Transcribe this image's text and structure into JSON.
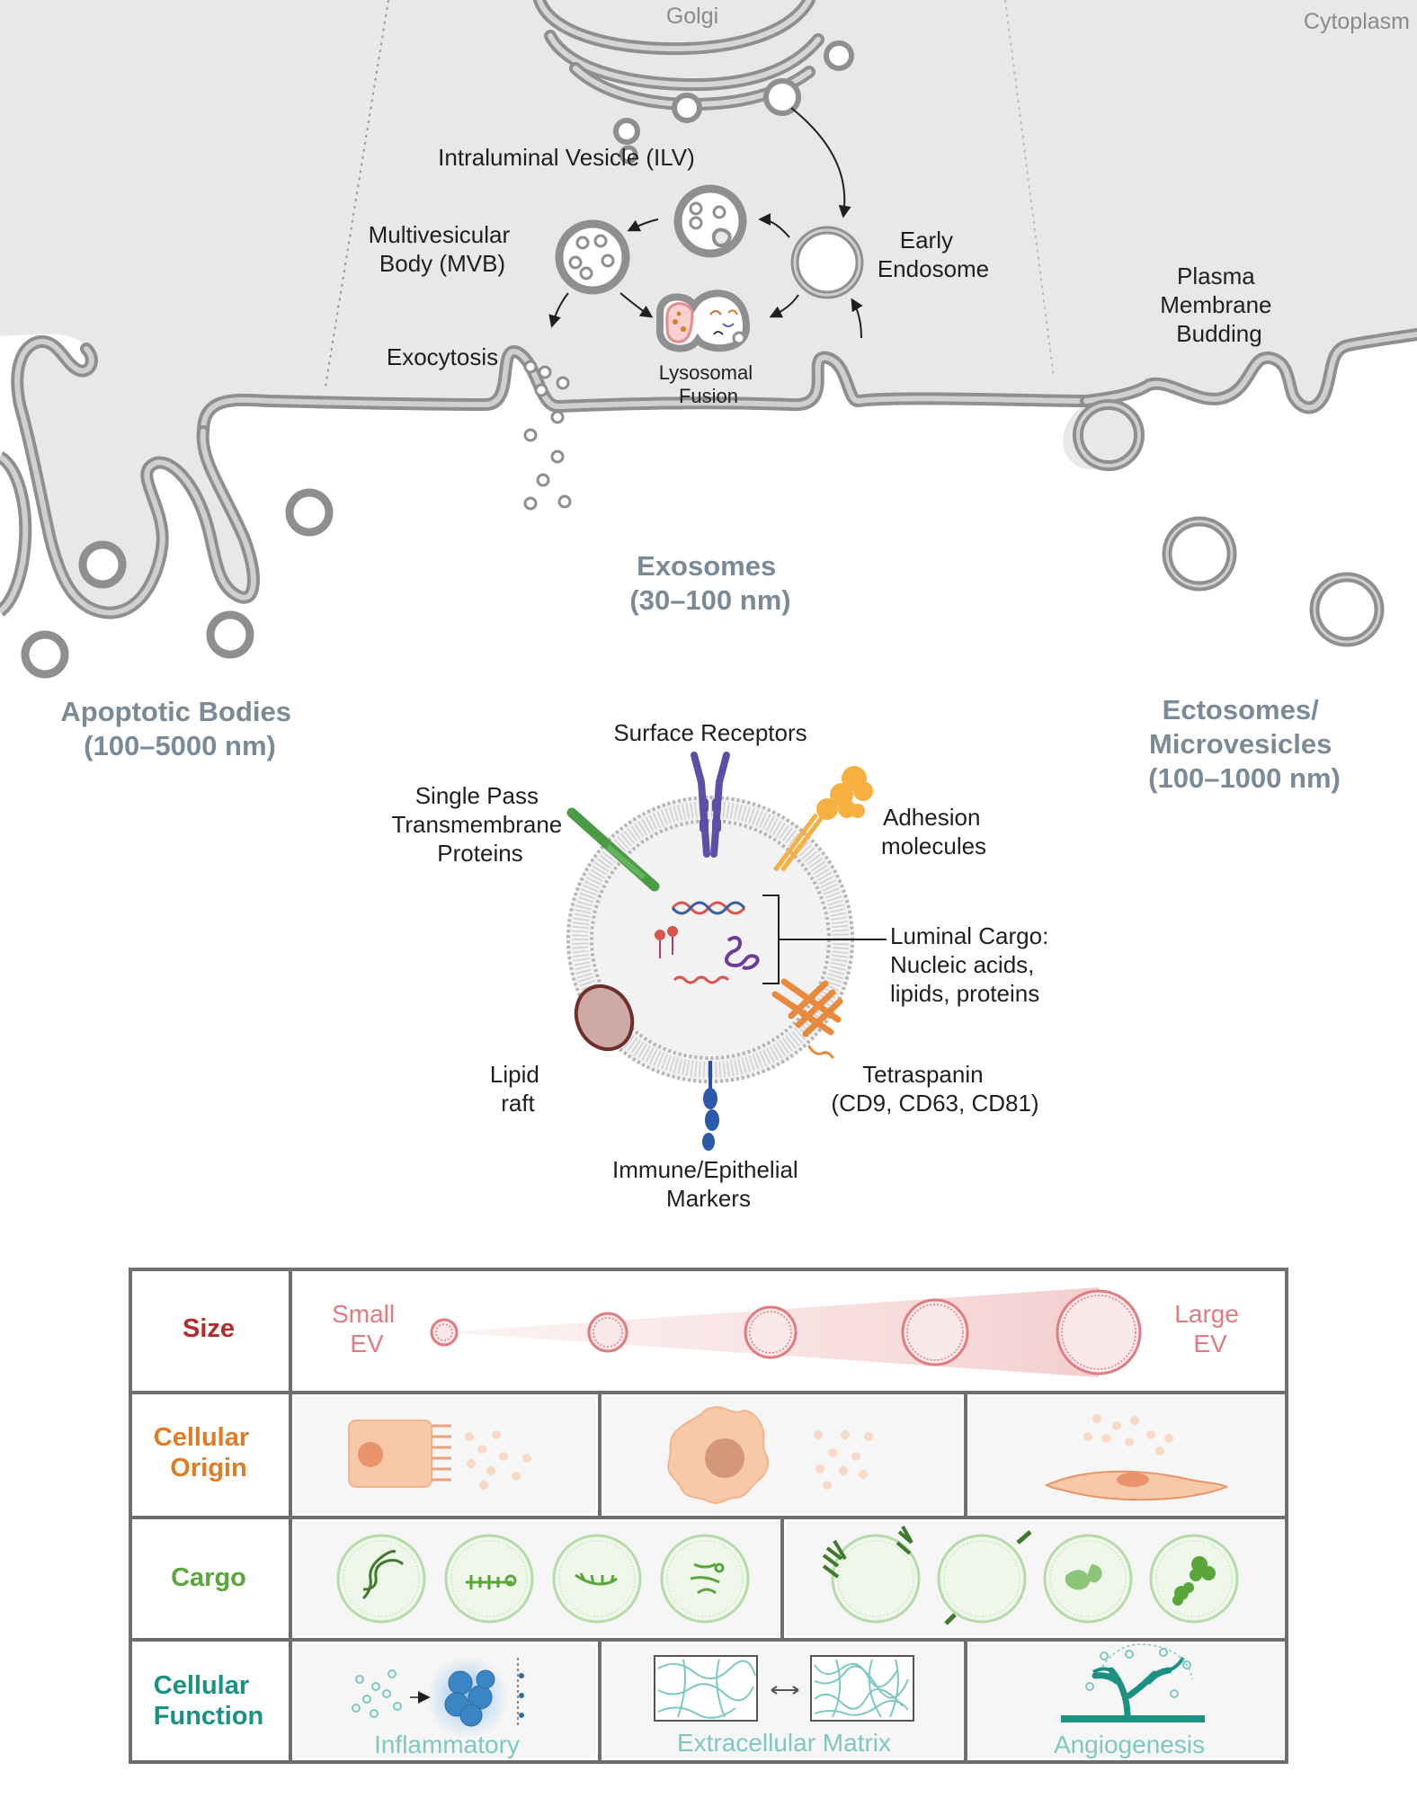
{
  "top_region": {
    "golgi_label": "Golgi",
    "cytoplasm_label": "Cytoplasm",
    "ilv_label": "Intraluminal Vesicle (ILV)",
    "mvb_label": [
      "Multivesicular",
      "Body (MVB)"
    ],
    "early_endosome_label": [
      "Early",
      "Endosome"
    ],
    "plasma_membrane_budding_label": [
      "Plasma",
      "Membrane",
      "Budding"
    ],
    "exocytosis_label": "Exocytosis",
    "lysosomal_fusion_label": [
      "Lysosomal",
      "Fusion"
    ]
  },
  "ev_types": {
    "exosomes": [
      "Exosomes",
      "(30–100 nm)"
    ],
    "apoptotic_bodies": [
      "Apoptotic Bodies",
      "(100–5000 nm)"
    ],
    "ectosomes": [
      "Ectosomes/",
      "Microvesicles",
      "(100–1000 nm)"
    ]
  },
  "ev_structure": {
    "surface_receptors": "Surface Receptors",
    "single_pass": [
      "Single Pass",
      "Transmembrane",
      "Proteins"
    ],
    "adhesion": [
      "Adhesion",
      "molecules"
    ],
    "luminal_cargo": [
      "Luminal Cargo:",
      "Nucleic acids,",
      "lipids, proteins"
    ],
    "lipid_raft": [
      "Lipid",
      "raft"
    ],
    "tetraspanin": [
      "Tetraspanin",
      "(CD9, CD63, CD81)"
    ],
    "immune_markers": [
      "Immune/Epithelial",
      "Markers"
    ]
  },
  "table": {
    "rows": [
      {
        "key": "size",
        "label": [
          "Size"
        ],
        "color": "#b52a2a"
      },
      {
        "key": "origin",
        "label": [
          "Cellular",
          "Origin"
        ],
        "color": "#e07b26"
      },
      {
        "key": "cargo",
        "label": [
          "Cargo"
        ],
        "color": "#5aa63a"
      },
      {
        "key": "function",
        "label": [
          "Cellular",
          "Function"
        ],
        "color": "#1b9184"
      }
    ],
    "size_small": [
      "Small",
      "EV"
    ],
    "size_large": [
      "Large",
      "EV"
    ],
    "function_labels": [
      "Inflammatory",
      "Extracellular Matrix",
      "Angiogenesis"
    ]
  },
  "colors": {
    "cytoplasm": "#e8e8e8",
    "membrane": "#8f8f8f",
    "grey_title": "#7a8a96",
    "size_pink": "#e07b80",
    "origin_peach": "#f7c9a9",
    "cargo_green": "#5aa63a",
    "function_teal": "#7fc8c2"
  },
  "icons": [
    "dna-icon",
    "protein-icon",
    "rna-icon",
    "lipid-icon",
    "cell-icon",
    "arrow-icon"
  ]
}
